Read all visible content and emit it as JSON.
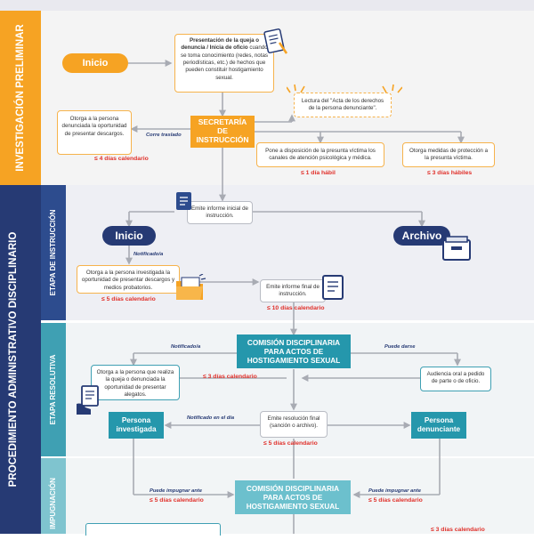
{
  "sections": {
    "preliminar": "INVESTIGACIÓN PRELIMINAR",
    "procedimiento": "PROCEDIMIENTO ADMINISTRATIVO DISCIPLINARIO",
    "instruccion": "ETAPA DE INSTRUCCIÓN",
    "resolutiva": "ETAPA RESOLUTIVA",
    "impugnacion": "IMPUGNACIÓN"
  },
  "prelim": {
    "inicio": "Inicio",
    "presentacion_bold": "Presentación de la queja o denuncia / Inicia de oficio",
    "presentacion_rest": "cuando se toma conocimiento (redes, notas periodísticas, etc.) de hechos que pueden constituir hostigamiento sexual.",
    "lectura": "Lectura del \"Acta de los derechos de la persona denunciante\".",
    "otorga": "Otorga a la persona denunciada la oportunidad de presentar descargos.",
    "corre_traslado": "Corre traslado",
    "secretaria": "SECRETARÍA DE INSTRUCCIÓN",
    "plazo_4": "≤ 4 días calendario",
    "pone": "Pone a disposición de la presunta víctima los canales de atención psicológica y médica.",
    "plazo_1": "≤ 1 día hábil",
    "medidas": "Otorga medidas de protección a la presunta víctima.",
    "plazo_3": "≤ 3 días hábiles"
  },
  "instruccion": {
    "emite_inicial": "Emite informe inicial de instrucción.",
    "inicio": "Inicio",
    "archivo": "Archivo",
    "notificado": "Notificado/a",
    "otorga": "Otorga a la persona investigada la oportunidad de presentar descargos y medios probatorios.",
    "plazo_5": "≤ 5 días calendario",
    "emite_final": "Emite informe final de instrucción.",
    "plazo_10": "≤ 10 días calendario"
  },
  "resolutiva": {
    "comision": "COMISIÓN DISCIPLINARIA PARA ACTOS DE HOSTIGAMIENTO SEXUAL",
    "notificado": "Notificado/a",
    "puede_darse": "Puede darse",
    "otorga": "Otorga a la persona que realiza la queja o denunciada la oportunidad de presentar alegatos.",
    "plazo_3": "≤ 3 días calendario",
    "audiencia": "Audiencia oral a pedido de parte o de oficio.",
    "investigada": "Persona investigada",
    "notificado_dia": "Notificado en el día",
    "emite_resolucion": "Emite resolución final (sanción o archivo).",
    "denunciante": "Persona denunciante",
    "plazo_5": "≤ 5 días calendario"
  },
  "impugnacion": {
    "puede_impugnar_1": "Puede impugnar ante",
    "plazo_5a": "≤ 5 días calendario",
    "comision": "COMISIÓN DISCIPLINARIA PARA ACTOS DE HOSTIGAMIENTO SEXUAL",
    "puede_impugnar_2": "Puede impugnar ante",
    "plazo_5b": "≤ 5 días calendario",
    "plazo_3": "≤ 3 días calendario"
  },
  "colors": {
    "orange": "#f6a323",
    "navy": "#263a74",
    "teal": "#2597ac",
    "red": "#e0302a"
  }
}
